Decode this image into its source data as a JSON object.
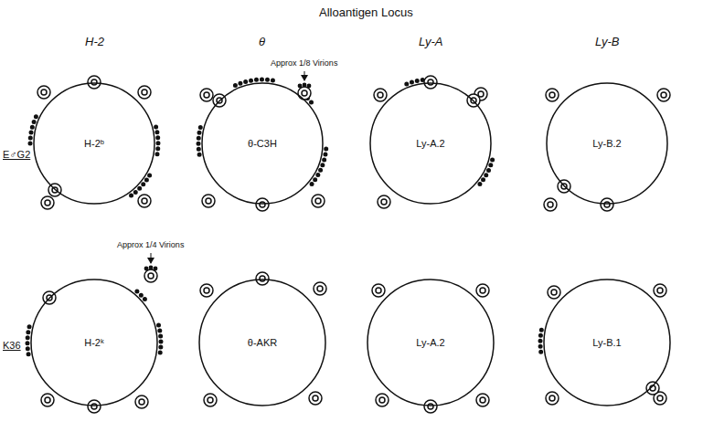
{
  "diagram": {
    "title": "Alloantigen Locus",
    "nodes": [
      {
        "text": [
          "H-2ᵇ"
        ]
      },
      {
        "text": [
          "θ-C3H"
        ]
      },
      {
        "text": [
          "Ly-A.2"
        ]
      },
      {
        "text": [
          "Ly-B.2"
        ]
      },
      {
        "text": [
          "H-2ᵏ"
        ]
      },
      {
        "text": [
          "θ-AKR"
        ]
      },
      {
        "text": [
          "Ly-A.2"
        ]
      },
      {
        "text": [
          "Ly-B.1"
        ]
      }
    ],
    "labels": [
      "H-2",
      "θ",
      "Ly-A",
      "Ly-B",
      "E♂G2",
      "Approx 1/8 Virions",
      "Approx 1/4 Virions",
      "K36"
    ]
  }
}
